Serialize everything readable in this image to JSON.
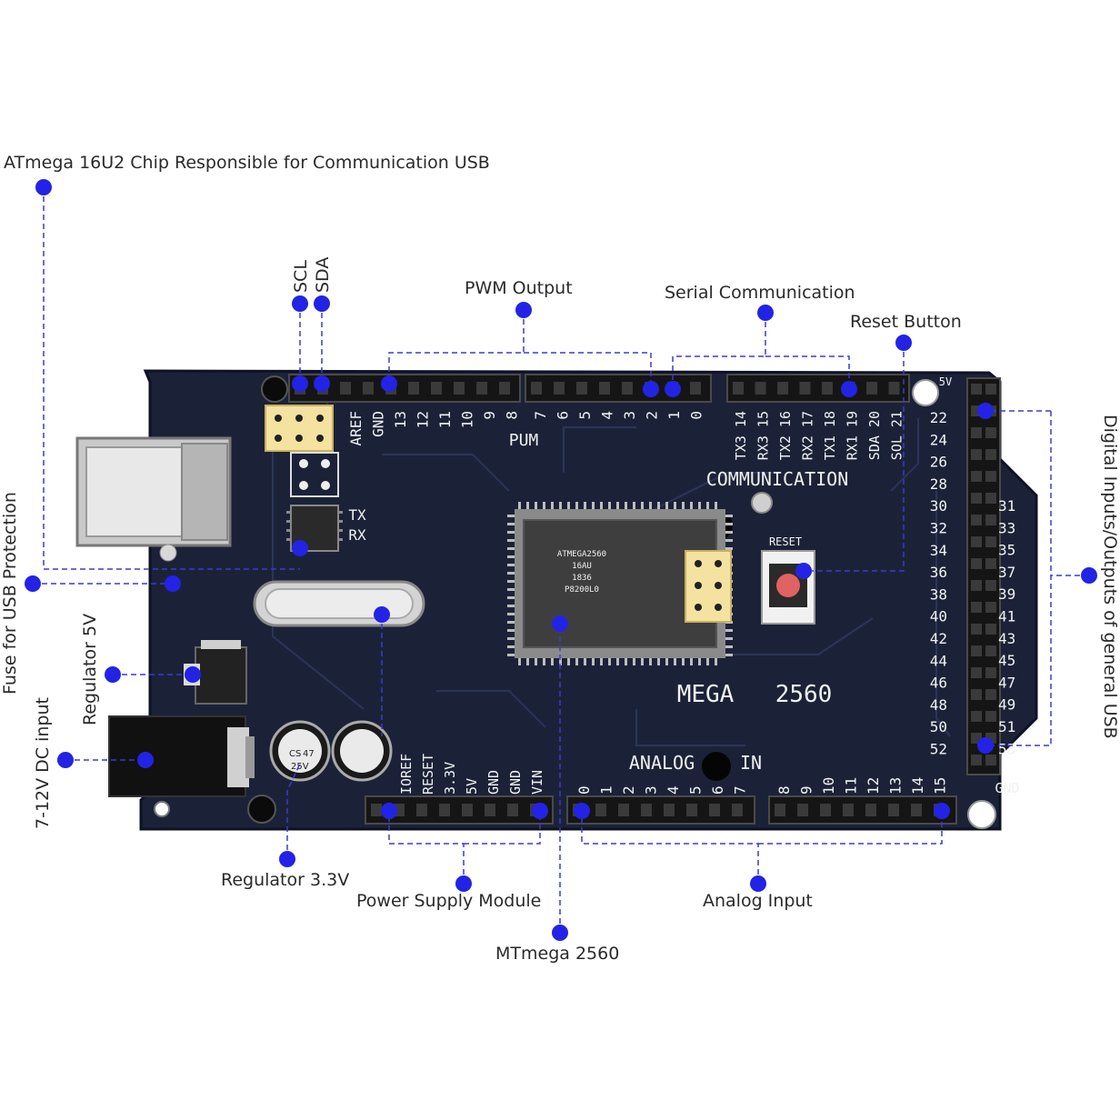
{
  "callouts": {
    "atmega16u2": "ATmega 16U2 Chip Responsible for Communication USB",
    "scl": "SCL",
    "sda": "SDA",
    "pwm_output": "PWM Output",
    "serial_communication": "Serial Communication",
    "reset_button": "Reset Button",
    "digital_io": "Digital Inputs/Outputs of general USB",
    "fuse_usb": "Fuse for USB Protection",
    "regulator_5v": "Regulator 5V",
    "dc_input": "7-12V DC input",
    "regulator_33v": "Regulator 3.3V",
    "power_supply_module": "Power Supply Module",
    "mtmega_2560": "MTmega 2560",
    "analog_input": "Analog Input"
  },
  "board": {
    "top_pwm_labels": [
      "AREF",
      "GND",
      "13",
      "12",
      "11",
      "10",
      "9",
      "8"
    ],
    "top_pwm2_labels": [
      "7",
      "6",
      "5",
      "4",
      "3",
      "2",
      "1",
      "0"
    ],
    "top_comm_labels": [
      "TX3 14",
      "RX3 15",
      "TX2 16",
      "RX2 17",
      "TX1 18",
      "RX1 19",
      "SDA 20",
      "SOL 21"
    ],
    "pwm_silk": "PUM",
    "comm_silk": "COMMUNICATION",
    "tx": "TX",
    "rx": "RX",
    "reset_silk": "RESET",
    "model_left": "MEGA",
    "model_right": "2560",
    "analog_silk_left": "ANALOG",
    "analog_silk_right": "IN",
    "power_labels": [
      "IOREF",
      "RESET",
      "3.3V",
      "5V",
      "GND",
      "GND",
      "VIN"
    ],
    "analog_labels": [
      "0",
      "1",
      "2",
      "3",
      "4",
      "5",
      "6",
      "7",
      "8",
      "9",
      "10",
      "11",
      "12",
      "13",
      "14",
      "15"
    ],
    "digital_left": [
      "22",
      "24",
      "26",
      "28",
      "30",
      "32",
      "34",
      "36",
      "38",
      "40",
      "42",
      "44",
      "46",
      "48",
      "50",
      "52"
    ],
    "digital_right": [
      "31",
      "33",
      "35",
      "37",
      "39",
      "41",
      "43",
      "45",
      "47",
      "49",
      "51",
      "53"
    ],
    "gnd_label": "GND",
    "top_5v_label": "5V",
    "chip_text": [
      "ATMEGA2560",
      "16AU",
      "1836",
      "P8200L0"
    ],
    "cap_text": [
      "CS",
      "47",
      "25V"
    ]
  },
  "colors": {
    "board": "#1b2238",
    "dot": "#2323e6",
    "line": "#3b3bd0",
    "silk": "#f2f2f2"
  }
}
